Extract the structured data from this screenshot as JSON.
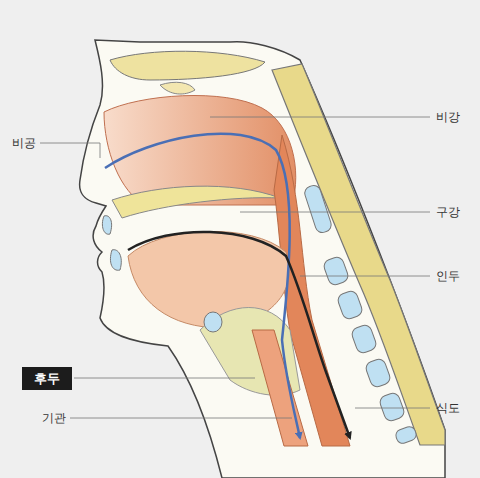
{
  "diagram": {
    "nodes": [
      {
        "text": [
          "후두"
        ]
      }
    ],
    "labels": [
      "비강",
      "비공",
      "구강",
      "인두",
      "식도",
      "기관"
    ]
  }
}
